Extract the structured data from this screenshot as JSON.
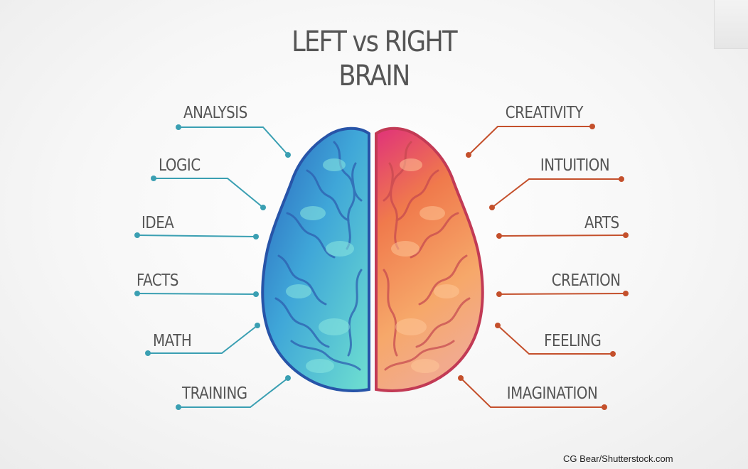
{
  "title": {
    "line1": "LEFT vs RIGHT",
    "line2": "BRAIN"
  },
  "left_labels": [
    "ANALYSIS",
    "LOGIC",
    "IDEA",
    "FACTS",
    "MATH",
    "TRAINING"
  ],
  "right_labels": [
    "CREATIVITY",
    "INTUITION",
    "ARTS",
    "CREATION",
    "FEELING",
    "IMAGINATION"
  ],
  "colors": {
    "left_line": "#3a9fb2",
    "right_line": "#c4502c",
    "left_brain_dark": "#2f6fc0",
    "left_brain_light": "#55d3cf",
    "right_brain_top": "#e0417f",
    "right_brain_light": "#f4a060",
    "text": "#555555"
  },
  "credit": "CG Bear/Shutterstock.com"
}
